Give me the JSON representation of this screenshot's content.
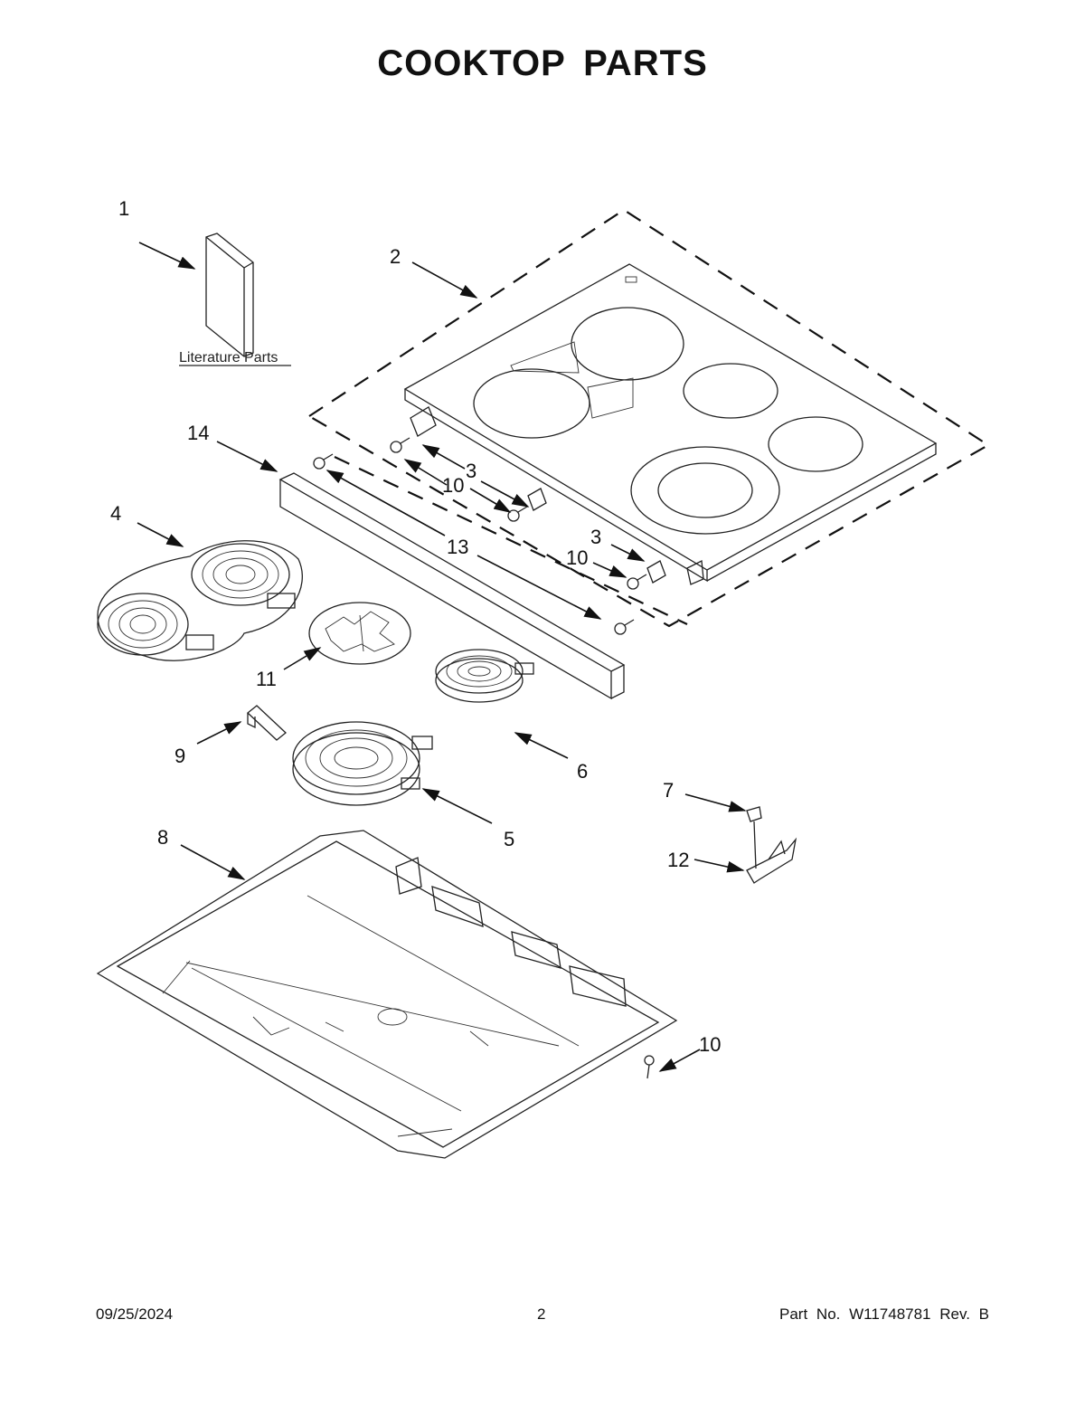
{
  "page": {
    "title": "COOKTOP PARTS",
    "footer": {
      "date": "09/25/2024",
      "page_number": "2",
      "part_number": "Part No.  W11748781  Rev.  B"
    }
  },
  "literature": {
    "label": "Literature Parts"
  },
  "callouts": [
    {
      "id": "c1",
      "number": "1"
    },
    {
      "id": "c2",
      "number": "2"
    },
    {
      "id": "c3a",
      "number": "3"
    },
    {
      "id": "c3b",
      "number": "3"
    },
    {
      "id": "c4",
      "number": "4"
    },
    {
      "id": "c5",
      "number": "5"
    },
    {
      "id": "c6",
      "number": "6"
    },
    {
      "id": "c7",
      "number": "7"
    },
    {
      "id": "c8",
      "number": "8"
    },
    {
      "id": "c9",
      "number": "9"
    },
    {
      "id": "c10a",
      "number": "10"
    },
    {
      "id": "c10b",
      "number": "10"
    },
    {
      "id": "c10c",
      "number": "10"
    },
    {
      "id": "c11",
      "number": "11"
    },
    {
      "id": "c12",
      "number": "12"
    },
    {
      "id": "c13",
      "number": "13"
    },
    {
      "id": "c14",
      "number": "14"
    }
  ]
}
